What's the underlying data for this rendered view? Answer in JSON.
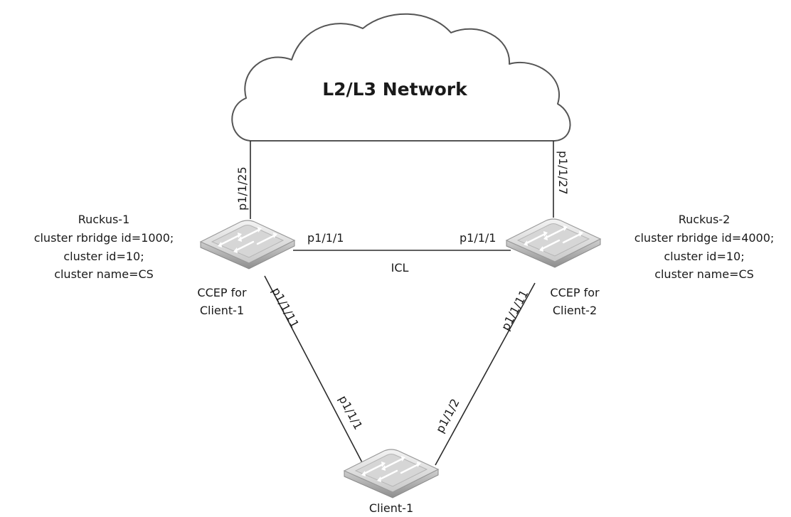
{
  "network": {
    "label": "L2/L3 Network"
  },
  "switches": {
    "ruckus1": {
      "lines": [
        "Ruckus-1",
        "cluster rbridge id=1000;",
        "cluster id=10;",
        "cluster name=CS"
      ],
      "ccep": [
        "CCEP for",
        "Client-1"
      ]
    },
    "ruckus2": {
      "lines": [
        "Ruckus-2",
        "cluster rbridge id=4000;",
        "cluster id=10;",
        "cluster name=CS"
      ],
      "ccep": [
        "CCEP for",
        "Client-2"
      ]
    },
    "client1": {
      "label": "Client-1"
    }
  },
  "links": {
    "uplink1_port": "p1/1/25",
    "uplink2_port": "p1/1/27",
    "icl_port_left": "p1/1/1",
    "icl_port_right": "p1/1/1",
    "icl_label": "ICL",
    "r1_down_port": "p1/1/11",
    "r2_down_port": "p1/1/11",
    "client_left_port": "p1/1/1",
    "client_right_port": "p1/1/2"
  },
  "colors": {
    "line": "#2b2b2b",
    "cloud_stroke": "#555555",
    "switch_top": "#e4e4e4",
    "switch_side": "#a9a9a9",
    "arrow": "#ffffff"
  }
}
